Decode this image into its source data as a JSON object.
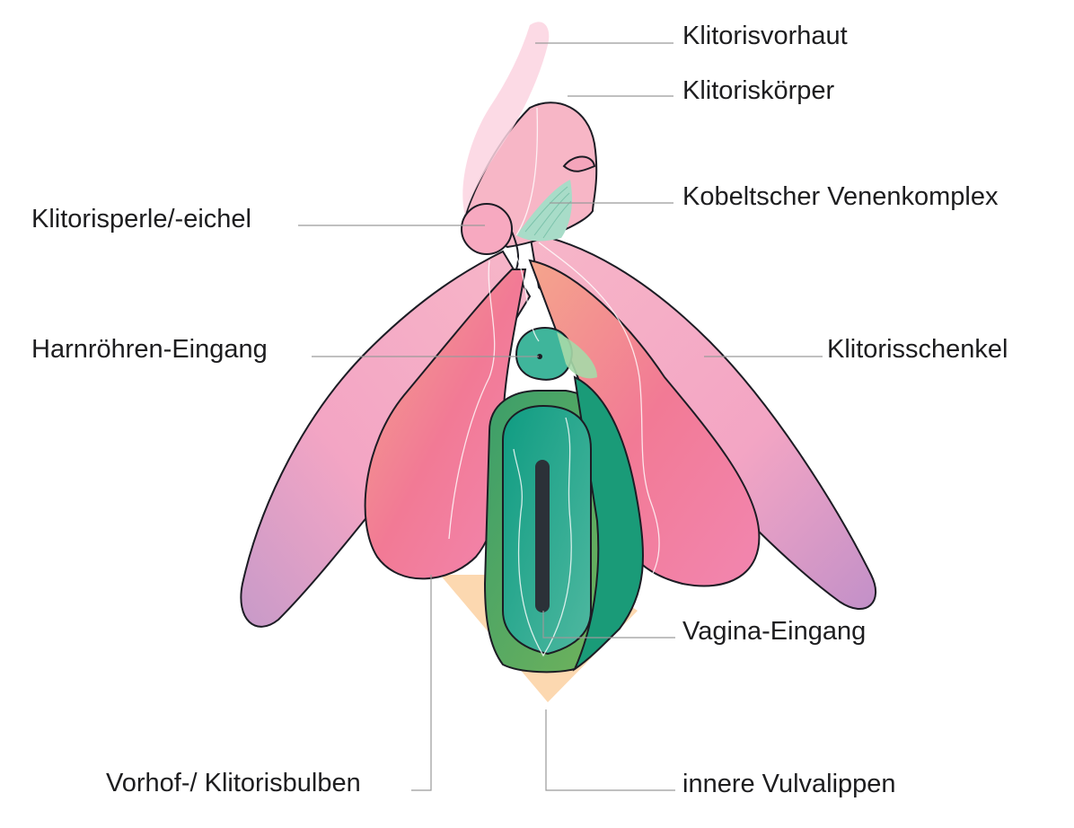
{
  "labels": {
    "clitoral_hood": "Klitorisvorhaut",
    "clitoral_body": "Klitoriskörper",
    "kobelt_venous_complex": "Kobeltscher Venenkomplex",
    "glans": "Klitorisperle/-eichel",
    "urethral_opening": "Harnröhren-Eingang",
    "crura": "Klitorisschenkel",
    "vaginal_opening": "Vagina-Eingang",
    "vestibular_bulbs": "Vorhof-/ Klitorisbulben",
    "inner_labia": "innere Vulvalippen"
  },
  "colors": {
    "pink_light": "#f6b8cc",
    "pink_mid": "#f28fb0",
    "coral": "#f07a98",
    "purple": "#c79ac9",
    "peach": "#fcd8b0",
    "green": "#5aa65e",
    "teal": "#14a086",
    "teal_light": "#8fd5bf",
    "slit": "#2b3138"
  }
}
